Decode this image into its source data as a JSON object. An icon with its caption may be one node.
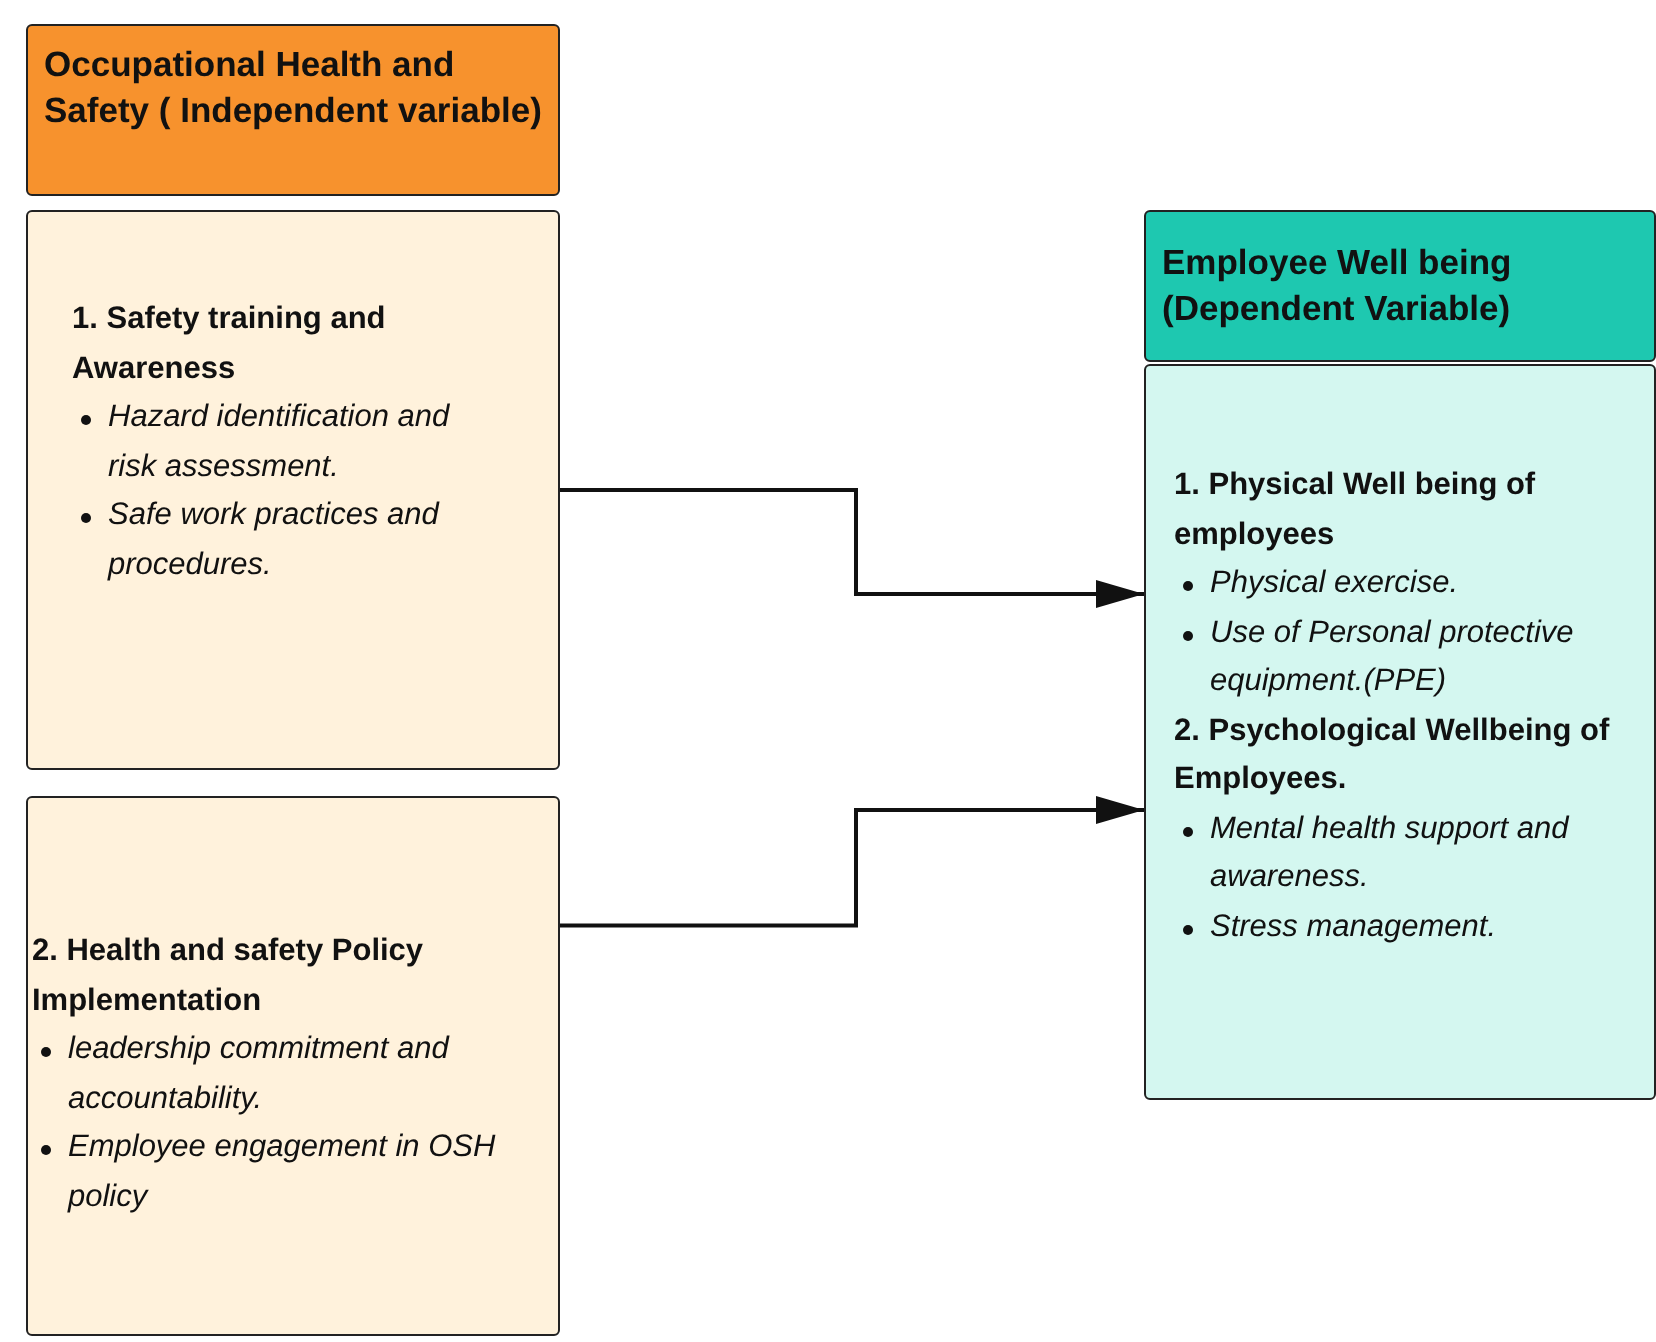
{
  "diagram": {
    "nodes": [
      {
        "text": [
          "Occupational Health and Safety ( Independent variable)"
        ]
      },
      {
        "text": [
          "1. Safety training and Awareness",
          "Hazard identification and risk assessment.",
          "Safe work practices and procedures."
        ]
      },
      {
        "text": [
          "2. Health and safety Policy Implementation",
          "leadership commitment and accountability.",
          "Employee engagement in OSH policy"
        ]
      },
      {
        "text": [
          "Employee Well being (Dependent Variable)"
        ]
      },
      {
        "text": [
          "1. Physical Well being of employees",
          "Physical exercise.",
          "Use of Personal protective equipment.(PPE)",
          "2. Psychological Wellbeing of Employees.",
          "Mental health support and awareness.",
          "Stress management."
        ]
      }
    ],
    "edges": [
      {
        "from": 1,
        "to": 4,
        "arrow": "to"
      },
      {
        "from": 2,
        "to": 4,
        "arrow": "to"
      }
    ]
  }
}
